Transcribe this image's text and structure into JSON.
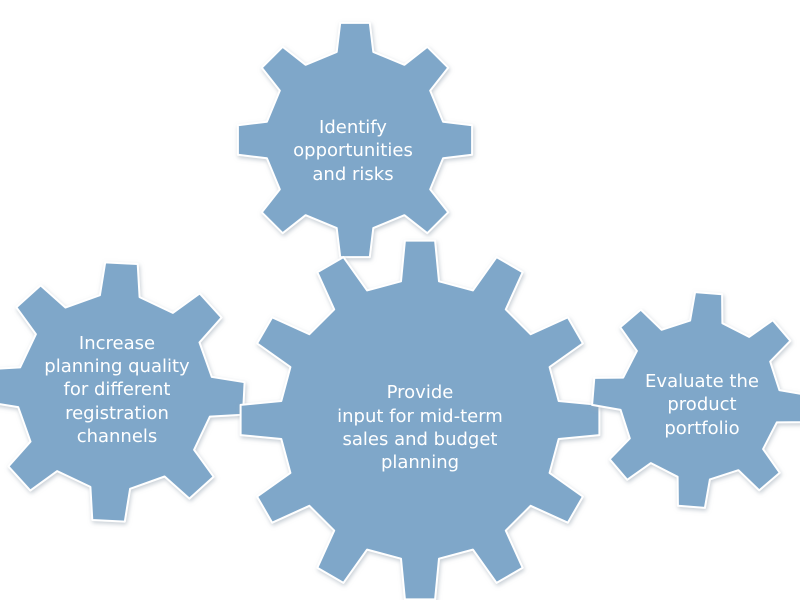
{
  "diagram": {
    "fill_color": "#7fa7c9",
    "edge_color": "#ffffff",
    "shadow_color": "#b9c4cf",
    "gears": [
      {
        "id": "identify",
        "label": "Identify\nopportunities\nand risks"
      },
      {
        "id": "increase",
        "label": "Increase\nplanning quality\nfor different\nregistration\nchannels"
      },
      {
        "id": "provide",
        "label": "Provide\ninput for mid-term\nsales and budget\nplanning"
      },
      {
        "id": "evaluate",
        "label": "Evaluate the\nproduct\nportfolio"
      }
    ]
  }
}
